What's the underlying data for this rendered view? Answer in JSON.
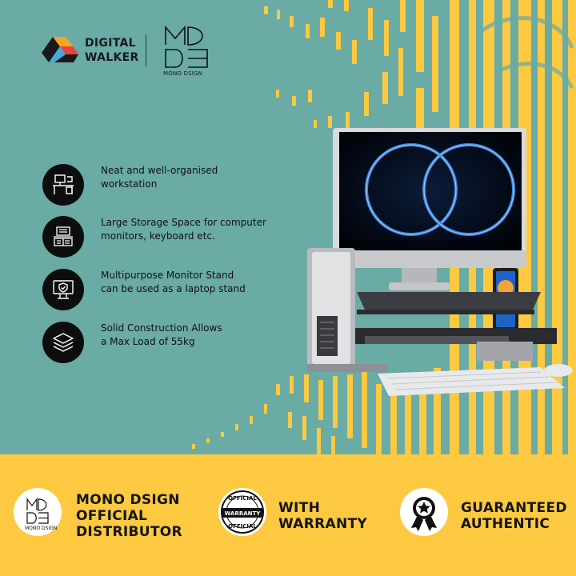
{
  "brand": {
    "digital_walker_line1": "DIGITAL",
    "digital_walker_line2": "WALKER",
    "mono_dsign_caption": "MONO DSIGN"
  },
  "features": [
    {
      "icon": "workstation-icon",
      "text": "Neat and well-organised\nworkstation"
    },
    {
      "icon": "storage-icon",
      "text": "Large Storage Space for computer\nmonitors, keyboard etc."
    },
    {
      "icon": "monitor-stand-icon",
      "text": "Multipurpose Monitor Stand\ncan be used as a laptop stand"
    },
    {
      "icon": "layers-icon",
      "text": "Solid Construction Allows\na Max Load of 55kg"
    }
  ],
  "badges": {
    "distributor": {
      "text": "MONO DSIGN\nOFFICIAL\nDISTRIBUTOR",
      "logo_caption": "MONO DSIGN"
    },
    "warranty": {
      "text": "WITH\nWARRANTY",
      "seal_top": "OFFICIAL",
      "seal_middle": "WARRANTY",
      "seal_bottom": "OFFICIAL"
    },
    "authentic": {
      "text": "GUARANTEED\nAUTHENTIC",
      "icon": "award-ribbon-icon"
    }
  },
  "colors": {
    "teal_background": "#6aaba5",
    "yellow_accent": "#fcc941",
    "icon_circle": "#0d0d0d"
  }
}
